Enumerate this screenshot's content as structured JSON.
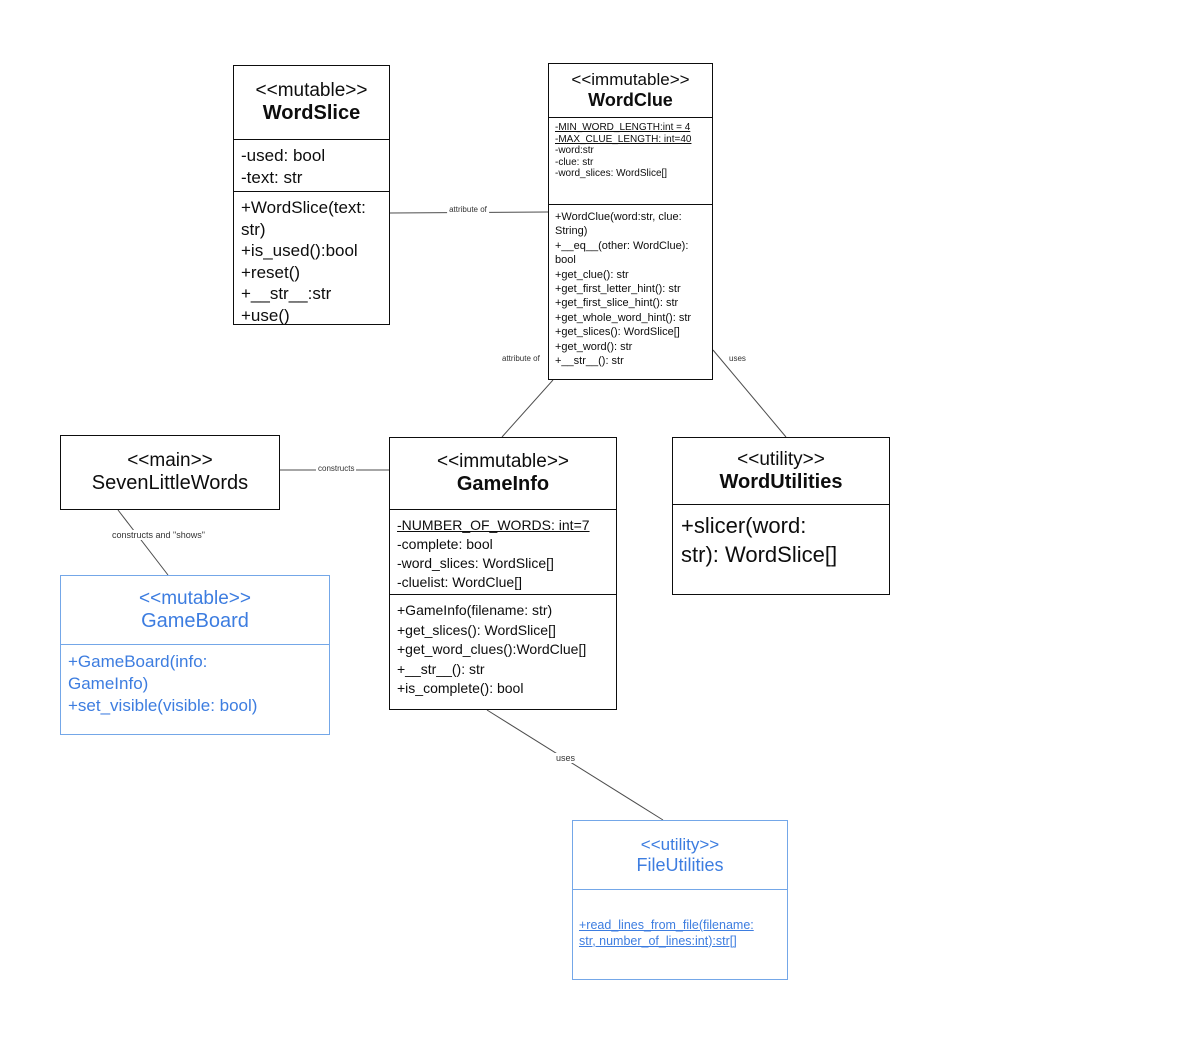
{
  "classes": {
    "wordslice": {
      "stereotype": "<<mutable>>",
      "name": "WordSlice",
      "attributes": [
        "-used: bool",
        "-text: str"
      ],
      "methods": [
        "+WordSlice(text:\nstr)",
        "+is_used():bool",
        "+reset()",
        "+__str__:str",
        "+use()"
      ]
    },
    "wordclue": {
      "stereotype": "<<immutable>>",
      "name": "WordClue",
      "attributes": [
        "-MIN_WORD_LENGTH:int = 4",
        "-MAX_CLUE_LENGTH: int=40",
        "-word:str",
        "-clue: str",
        "-word_slices: WordSlice[]"
      ],
      "methods": [
        "+WordClue(word:str, clue:\nString)",
        "+__eq__(other: WordClue):\nbool",
        "+get_clue(): str",
        "+get_first_letter_hint(): str",
        "+get_first_slice_hint(): str",
        "+get_whole_word_hint(): str",
        "+get_slices(): WordSlice[]",
        "+get_word(): str",
        "+__str__(): str"
      ]
    },
    "sevenlittlewords": {
      "stereotype": "<<main>>",
      "name": "SevenLittleWords"
    },
    "gameinfo": {
      "stereotype": "<<immutable>>",
      "name": "GameInfo",
      "attributes": [
        "-NUMBER_OF_WORDS: int=7",
        "-complete: bool",
        "-word_slices: WordSlice[]",
        "-cluelist: WordClue[]"
      ],
      "methods": [
        "+GameInfo(filename: str)",
        "+get_slices(): WordSlice[]",
        "+get_word_clues():WordClue[]",
        "+__str__(): str",
        "+is_complete(): bool"
      ]
    },
    "wordutilities": {
      "stereotype": "<<utility>>",
      "name": "WordUtilities",
      "methods": [
        "+slicer(word:\nstr): WordSlice[]"
      ]
    },
    "gameboard": {
      "stereotype": "<<mutable>>",
      "name": "GameBoard",
      "methods": [
        "+GameBoard(info:\nGameInfo)",
        "+set_visible(visible: bool)"
      ]
    },
    "fileutilities": {
      "stereotype": "<<utility>>",
      "name": "FileUtilities",
      "methods": [
        "+read_lines_from_file(filename:\nstr, number_of_lines:int):str[]"
      ]
    }
  },
  "connections": [
    {
      "from": "WordSlice",
      "to": "WordClue",
      "label": "attribute of"
    },
    {
      "from": "GameInfo",
      "to": "WordClue",
      "label": "attribute of"
    },
    {
      "from": "WordClue",
      "to": "WordUtilities",
      "label": "uses"
    },
    {
      "from": "SevenLittleWords",
      "to": "GameInfo",
      "label": "constructs"
    },
    {
      "from": "SevenLittleWords",
      "to": "GameBoard",
      "label": "constructs and \"shows\""
    },
    {
      "from": "GameInfo",
      "to": "FileUtilities",
      "label": "uses"
    }
  ],
  "colors": {
    "class_text_blue": "#3d7de0",
    "class_border_blue": "#74a7e8",
    "class_border_black": "#0d0d0d",
    "connector_gray": "#4d4d4d"
  }
}
